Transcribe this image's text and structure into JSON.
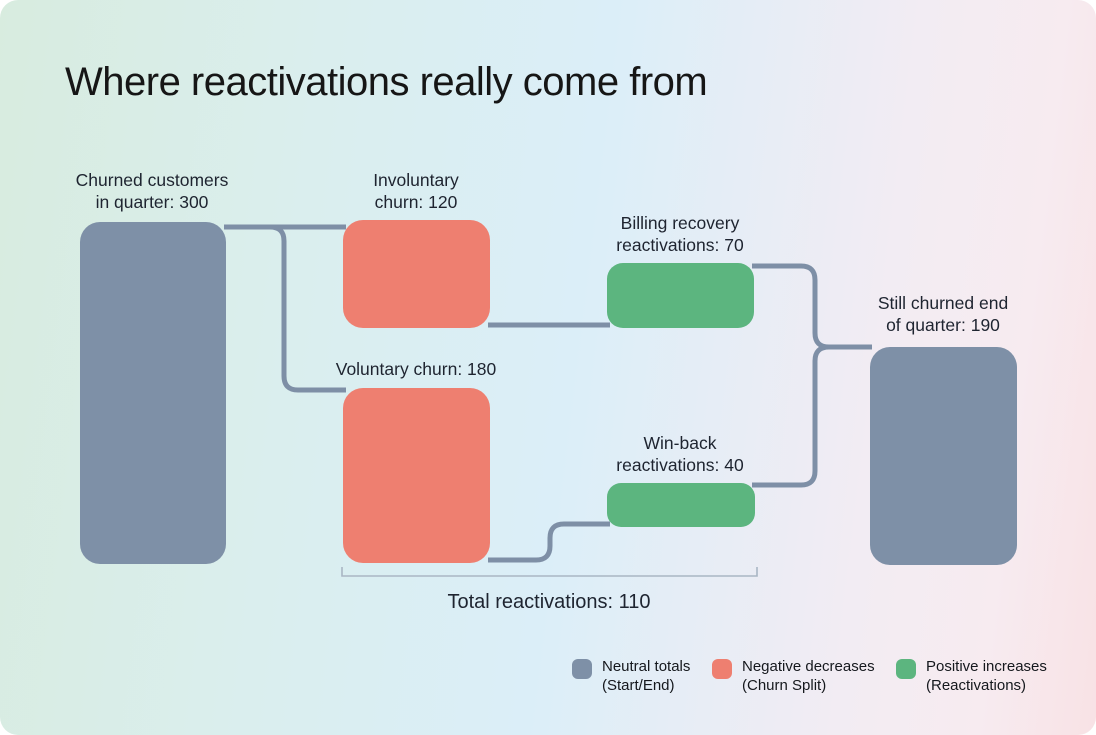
{
  "title": "Where reactivations really come from",
  "diagram": {
    "type": "flow-sankey",
    "nodes": [
      {
        "id": "churned-start",
        "lines": [
          "Churned customers",
          "in quarter: 300"
        ],
        "value": 300,
        "category": "neutral"
      },
      {
        "id": "involuntary",
        "lines": [
          "Involuntary",
          "churn: 120"
        ],
        "value": 120,
        "category": "negative"
      },
      {
        "id": "voluntary",
        "lines": [
          "Voluntary churn: 180"
        ],
        "value": 180,
        "category": "negative"
      },
      {
        "id": "billing-recovery",
        "lines": [
          "Billing recovery",
          "reactivations: 70"
        ],
        "value": 70,
        "category": "positive"
      },
      {
        "id": "win-back",
        "lines": [
          "Win-back",
          "reactivations: 40"
        ],
        "value": 40,
        "category": "positive"
      },
      {
        "id": "still-churned",
        "lines": [
          "Still churned end",
          "of quarter: 190"
        ],
        "value": 190,
        "category": "neutral"
      }
    ],
    "total_label": "Total reactivations: 110",
    "total_value": 110
  },
  "legend": [
    {
      "lines": [
        "Neutral totals",
        "(Start/End)"
      ],
      "color": "#7e90a7"
    },
    {
      "lines": [
        "Negative decreases",
        "(Churn Split)"
      ],
      "color": "#ee7f70"
    },
    {
      "lines": [
        "Positive increases",
        "(Reactivations)"
      ],
      "color": "#5cb57f"
    }
  ],
  "colors": {
    "neutral": "#7e90a7",
    "negative": "#ee7f70",
    "positive": "#5cb57f",
    "connector": "#7e8fa6",
    "bracket": "#a9b6c4",
    "title_text": "#161616",
    "background_corners": [
      "#d8ecdf",
      "#dbeef7",
      "#f7ecf2",
      "#f8dfe2"
    ]
  }
}
